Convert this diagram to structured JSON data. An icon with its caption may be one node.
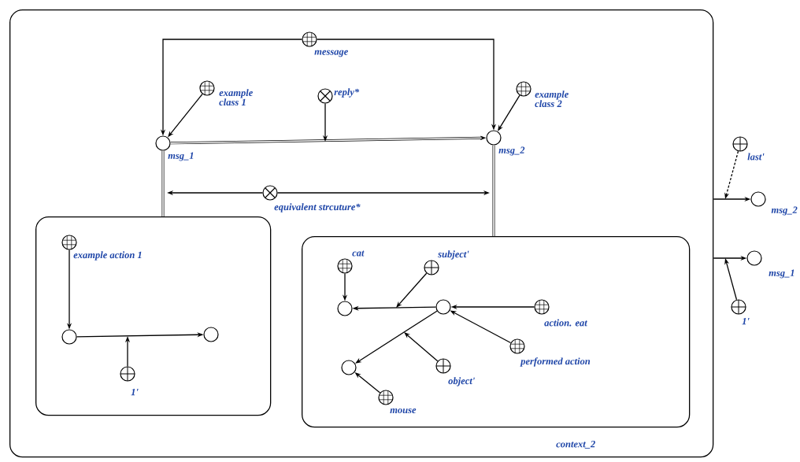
{
  "diagram": {
    "nodes": [
      {
        "text": [
          "context_2"
        ]
      },
      {
        "text": [],
        "shape": "grid",
        "beside": [
          "message"
        ],
        "in": 0
      },
      {
        "text": [],
        "shape": "grid",
        "beside": [
          "example class 1"
        ],
        "in": 0
      },
      {
        "text": [],
        "shape": "circle",
        "beside": [
          "msg_1"
        ],
        "in": 0
      },
      {
        "text": [],
        "shape": "cross",
        "beside": [
          "reply*"
        ],
        "in": 0
      },
      {
        "text": [],
        "shape": "grid",
        "beside": [
          "example class 2"
        ],
        "in": 0
      },
      {
        "text": [],
        "shape": "circle",
        "beside": [
          "msg_2"
        ],
        "in": 0
      },
      {
        "text": [],
        "shape": "cross",
        "beside": [
          "equivalent strcuture*"
        ],
        "in": 0
      },
      {
        "text": [],
        "shape": "box",
        "in": 0
      },
      {
        "text": [],
        "shape": "grid",
        "beside": [
          "example action 1"
        ],
        "in": 8
      },
      {
        "text": [],
        "shape": "circle",
        "in": 8
      },
      {
        "text": [],
        "shape": "circle",
        "in": 8
      },
      {
        "text": [],
        "shape": "plus",
        "beside": [
          "1'"
        ],
        "in": 8
      },
      {
        "text": [],
        "shape": "box",
        "in": 0
      },
      {
        "text": [],
        "shape": "grid",
        "beside": [
          "cat"
        ],
        "in": 13
      },
      {
        "text": [],
        "shape": "plus",
        "beside": [
          "subject'"
        ],
        "in": 13
      },
      {
        "text": [],
        "shape": "circle",
        "in": 13
      },
      {
        "text": [],
        "shape": "circle",
        "in": 13
      },
      {
        "text": [],
        "shape": "grid",
        "beside": [
          "action. eat"
        ],
        "in": 13
      },
      {
        "text": [],
        "shape": "grid",
        "beside": [
          "performed action"
        ],
        "in": 13
      },
      {
        "text": [],
        "shape": "circle",
        "in": 13
      },
      {
        "text": [],
        "shape": "plus",
        "beside": [
          "object'"
        ],
        "in": 13
      },
      {
        "text": [],
        "shape": "grid",
        "beside": [
          "mouse"
        ],
        "in": 13
      },
      {
        "text": [],
        "shape": "plus",
        "beside": [
          "last'"
        ]
      },
      {
        "text": [],
        "shape": "circle",
        "beside": [
          "msg_2"
        ]
      },
      {
        "text": [],
        "shape": "circle",
        "beside": [
          "msg_1"
        ]
      },
      {
        "text": [],
        "shape": "plus",
        "beside": [
          "1'"
        ]
      }
    ],
    "edges": [
      {
        "from": 1,
        "to": 3,
        "arrow": "to"
      },
      {
        "from": 1,
        "to": 6,
        "arrow": "to"
      },
      {
        "from": 2,
        "to": 3,
        "arrow": "to"
      },
      {
        "from": 5,
        "to": 6,
        "arrow": "to"
      },
      {
        "from": 3,
        "to": 6,
        "arrow": "to",
        "style": "thick"
      },
      {
        "from": 4,
        "to": null,
        "arrow": "to"
      },
      {
        "from": 7,
        "to": null,
        "arrow": "to"
      },
      {
        "from": 7,
        "to": null,
        "arrow": "to"
      },
      {
        "from": 3,
        "to": 8,
        "arrow": "none",
        "style": "thick"
      },
      {
        "from": 6,
        "to": 13,
        "arrow": "none",
        "style": "thick"
      },
      {
        "from": 9,
        "to": 10,
        "arrow": "to"
      },
      {
        "from": 10,
        "to": 11,
        "arrow": "to"
      },
      {
        "from": 12,
        "to": null,
        "arrow": "to"
      },
      {
        "from": 14,
        "to": 16,
        "arrow": "to"
      },
      {
        "from": 17,
        "to": 16,
        "arrow": "to"
      },
      {
        "from": 15,
        "to": null,
        "arrow": "to"
      },
      {
        "from": 18,
        "to": 17,
        "arrow": "to"
      },
      {
        "from": 19,
        "to": 17,
        "arrow": "to"
      },
      {
        "from": 17,
        "to": 20,
        "arrow": "to"
      },
      {
        "from": 21,
        "to": null,
        "arrow": "to"
      },
      {
        "from": 22,
        "to": 20,
        "arrow": "to"
      },
      {
        "from": 0,
        "to": 24,
        "arrow": "to"
      },
      {
        "from": 0,
        "to": 25,
        "arrow": "to"
      },
      {
        "from": 23,
        "to": null,
        "arrow": "to",
        "style": "dashed"
      },
      {
        "from": 26,
        "to": null,
        "arrow": "to"
      }
    ]
  }
}
